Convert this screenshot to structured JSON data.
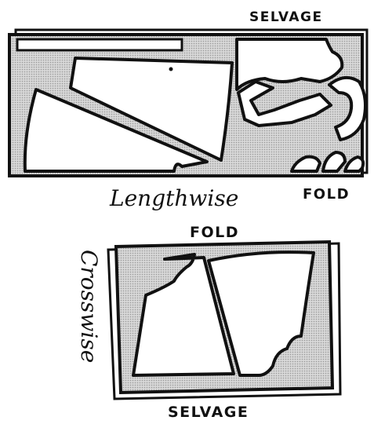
{
  "diagram": {
    "top": {
      "selvage_label": "SELVAGE",
      "fold_label": "FOLD",
      "caption": "Lengthwise"
    },
    "bottom": {
      "fold_label": "FOLD",
      "side_caption": "Crosswise",
      "selvage_label": "SELVAGE"
    }
  },
  "colors": {
    "ink": "#111111",
    "fabric_shade": "#d2d2d2",
    "paper": "#ffffff"
  }
}
